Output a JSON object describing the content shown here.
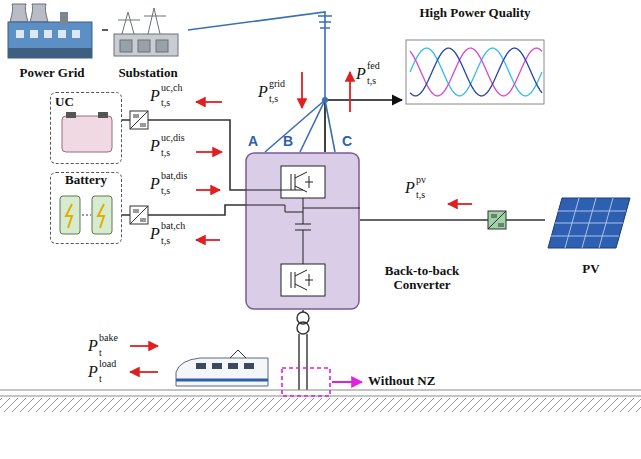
{
  "diagram": {
    "nodes": [
      {
        "text": [
          "Power Grid"
        ]
      },
      {
        "text": [
          "Substation"
        ]
      },
      {
        "text": [
          "UC"
        ]
      },
      {
        "text": [
          "Battery"
        ]
      },
      {
        "text": [
          "Back-to-back Converter"
        ]
      },
      {
        "text": [
          "PV"
        ]
      },
      {
        "text": [
          "High Power Quality"
        ]
      }
    ],
    "edges": [
      {
        "from": 0,
        "to": 1,
        "arrow": "none"
      },
      {
        "from": 1,
        "to": 4,
        "arrow": "none"
      },
      {
        "from": 2,
        "to": 4,
        "arrow": "none"
      },
      {
        "from": 3,
        "to": 4,
        "arrow": "none"
      },
      {
        "from": 5,
        "to": 4,
        "arrow": "none"
      },
      {
        "from": 4,
        "to": 6,
        "arrow": "to"
      }
    ],
    "labels": [
      "P",
      "grid",
      "t,s",
      "P",
      "fed",
      "t,s",
      "A",
      "B",
      "C",
      "P",
      "uc,ch",
      "t,s",
      "P",
      "uc,dis",
      "t,s",
      "P",
      "pv",
      "t,s",
      "P",
      "bat,dis",
      "t,s",
      "P",
      "bat,ch",
      "t,s",
      "P",
      "bake",
      "t",
      "P",
      "load",
      "t",
      "Without NZ"
    ]
  }
}
